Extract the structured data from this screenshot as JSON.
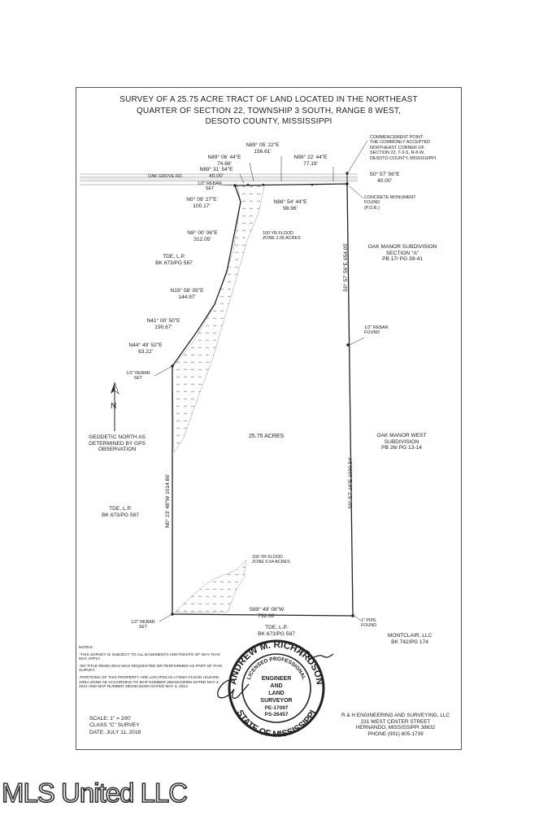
{
  "title": {
    "line1": "SURVEY OF A 25.75 ACRE TRACT OF LAND LOCATED IN THE NORTHEAST",
    "line2": "QUARTER OF SECTION 22, TOWNSHIP 3 SOUTH, RANGE 8 WEST,",
    "line3": "DESOTO COUNTY, MISSISSIPPI"
  },
  "calls": {
    "c1_bearing": "N89° 05' 22\"E",
    "c1_dist": "156.61'",
    "c2_bearing": "N89° 06' 44\"E",
    "c2_dist": "74.66'",
    "c3_bearing": "N89° 31' 54\"E",
    "c3_dist": "40.00'",
    "c4_bearing": "N89° 22' 44\"E",
    "c4_dist": "77.18'",
    "c5_bearing": "S0° 57' 56\"E",
    "c5_dist": "40.00'",
    "c6_bearing": "N0° 09' 27\"E",
    "c6_dist": "100.17'",
    "c7_bearing": "N88° 54' 44\"E",
    "c7_dist": "98.96'",
    "c8_bearing": "N8° 00' 06\"E",
    "c8_dist": "312.05'",
    "c9_bearing": "N19° 58' 05\"E",
    "c9_dist": "144.97'",
    "c10_bearing": "N41° 00' 50\"E",
    "c10_dist": "190.67'",
    "c11_bearing": "N44° 49' 52\"E",
    "c11_dist": "63.22'",
    "c12": "S0° 57' 56\"E 654.05'",
    "c13": "S0° 57' 19\"E 1099.54'",
    "c14": "N0° 23' 48\"W 1014.86'",
    "c15_bearing": "S89° 49' 08\"W",
    "c15_dist": "732.60'"
  },
  "labels": {
    "road": "OAK GROVE RD.",
    "rebar_set_1_l1": "1/2\" REBAR",
    "rebar_set_1_l2": "SET",
    "rebar_set_2_l1": "1/2\" REBAR",
    "rebar_set_2_l2": "SET",
    "rebar_set_3_l1": "1/2\" REBAR",
    "rebar_set_3_l2": "SET",
    "rebar_found_l1": "1/2\" REBAR",
    "rebar_found_l2": "FOUND",
    "pipe_found_l1": "1\" PIPE",
    "pipe_found_l2": "FOUND",
    "concrete_l1": "CONCRETE MONUMENT",
    "concrete_l2": "FOUND",
    "concrete_l3": "(P.O.B.)",
    "commencement_l1": "COMMENCEMENT POINT:",
    "commencement_l2": "THE COMMONLY ACCEPTED",
    "commencement_l3": "NORTHEAST CORNER OF",
    "commencement_l4": "SECTION 22, T-3-S, R-8-W,",
    "commencement_l5": "DESOTO COUNTY, MISSISSIPPI",
    "flood1_l1": "100 YR FLOOD",
    "flood1_l2": "ZONE 2.06 ACRES",
    "flood2_l1": "100 YR FLOOD",
    "flood2_l2": "ZONE 0.54 ACRES",
    "oak_manor_l1": "OAK MANOR SUBDIVISION",
    "oak_manor_l2": "SECTION \"A\"",
    "oak_manor_l3": "PB 17/ PG 39-41",
    "oak_manor_west_l1": "OAK MANOR WEST",
    "oak_manor_west_l2": "SUBDIVISION",
    "oak_manor_west_l3": "PB 26/ PG 13-14",
    "tde1_l1": "TDE, L.P.",
    "tde1_l2": "BK 673/PG 587",
    "tde2_l1": "TDE, L.P.",
    "tde2_l2": "BK 673/PG 587",
    "tde3_l1": "TDE, L.P.",
    "tde3_l2": "BK 673/PG 587",
    "montclair_l1": "MONTCLAIR, LLC",
    "montclair_l2": "BK 742/PG 174",
    "acreage": "25.75 ACRES",
    "north_letter": "N",
    "geodetic_l1": "GEODETIC NORTH AS",
    "geodetic_l2": "DETERMINED BY GPS",
    "geodetic_l3": "OBSERVATION"
  },
  "notes": {
    "heading": "NOTES:",
    "n1": "-THIS SURVEY IS SUBJECT TO ALL EASEMENTS AND RIGHTS OF WAY THAT MAY APPLY.",
    "n2": "-NO TITLE RESEARCH WAS REQUESTED OR PERFORMED AS PART OF THIS SURVEY.",
    "n3": "-PORTIONS OF THIS PROPERTY ARE LOCATED IN A FEMA FLOOD HAZARD AREA ZONE AE ACCORDING TO MAP NUMBER 28033C0209H DATED MAY 4, 2014 AND MAP NUMBER 28033C0220H DATED MAY 4, 2014."
  },
  "scale_block": {
    "scale": "SCALE: 1\" = 200'",
    "class": "CLASS \"C\" SURVEY",
    "date": "DATE: JULY 11, 2018"
  },
  "firm": {
    "name": "R & H ENGINEERING AND SURVEYING, LLC",
    "street": "231 WEST CENTER STREET",
    "city": "HERNANDO, MISSISSIPPI 38632",
    "phone": "PHONE (901) 605-1739"
  },
  "seal": {
    "name": "ANDREW M. RICHARDSON",
    "state": "STATE OF MISSISSIPPI",
    "l1": "LICENSED PROFESSIONAL",
    "l2": "ENGINEER",
    "l3": "AND",
    "l4": "LAND",
    "l5": "SURVEYOR",
    "l6": "PE-17097",
    "l7": "PS-26457"
  },
  "watermark": "MLS United LLC",
  "colors": {
    "ink": "#222222",
    "line": "#333333",
    "flood": "#8a8a8a"
  }
}
